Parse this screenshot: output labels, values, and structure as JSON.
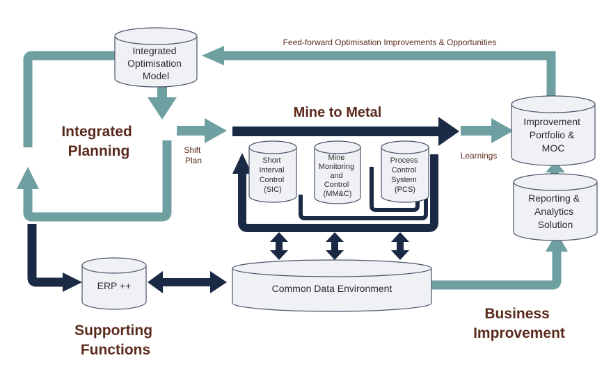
{
  "colors": {
    "teal": "#6e9fa1",
    "navy": "#1b2a44",
    "heading": "#5a2a1c",
    "db_fill": "#eff1f5",
    "db_stroke": "#4a5468"
  },
  "labels": {
    "feed_forward": "Feed-forward Optimisation Improvements & Opportunities",
    "mine_to_metal": "Mine to Metal",
    "integrated_planning": [
      "Integrated",
      "Planning"
    ],
    "shift_plan": [
      "Shift",
      "Plan"
    ],
    "learnings": "Learnings",
    "supporting_functions": [
      "Supporting",
      "Functions"
    ],
    "business_improvement": [
      "Business",
      "Improvement"
    ]
  },
  "databases": {
    "optimisation_model": [
      "Integrated",
      "Optimisation",
      "Model"
    ],
    "improvement_portfolio": [
      "Improvement",
      "Portfolio &",
      "MOC"
    ],
    "reporting": [
      "Reporting &",
      "Analytics",
      "Solution"
    ],
    "sic": [
      "Short",
      "Interval",
      "Control",
      "(SIC)"
    ],
    "mmc": [
      "Mine",
      "Monitoring",
      "and",
      "Control",
      "(MM&C)"
    ],
    "pcs": [
      "Process",
      "Control",
      "System",
      "(PCS)"
    ],
    "erp": [
      "ERP ++"
    ],
    "cde": [
      "Common Data Environment"
    ]
  }
}
